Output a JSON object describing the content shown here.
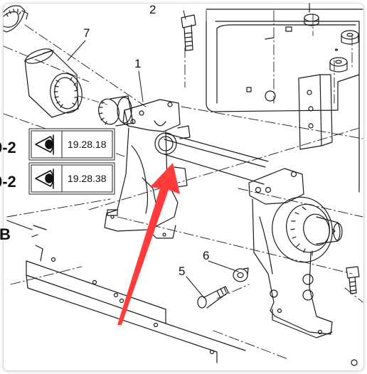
{
  "diagram": {
    "part_labels": {
      "p1": "1",
      "p2": "2",
      "p5": "5",
      "p6": "6",
      "p7": "7"
    },
    "references": [
      {
        "code": "19.28.18",
        "side_text": "0-2",
        "icon": "eye-icon"
      },
      {
        "code": "19.28.38",
        "side_text": "0-2",
        "icon": "eye-icon"
      }
    ],
    "section_letter": "B",
    "arrow_color": "#ff3b3b",
    "line_color": "#1a1a1a"
  }
}
